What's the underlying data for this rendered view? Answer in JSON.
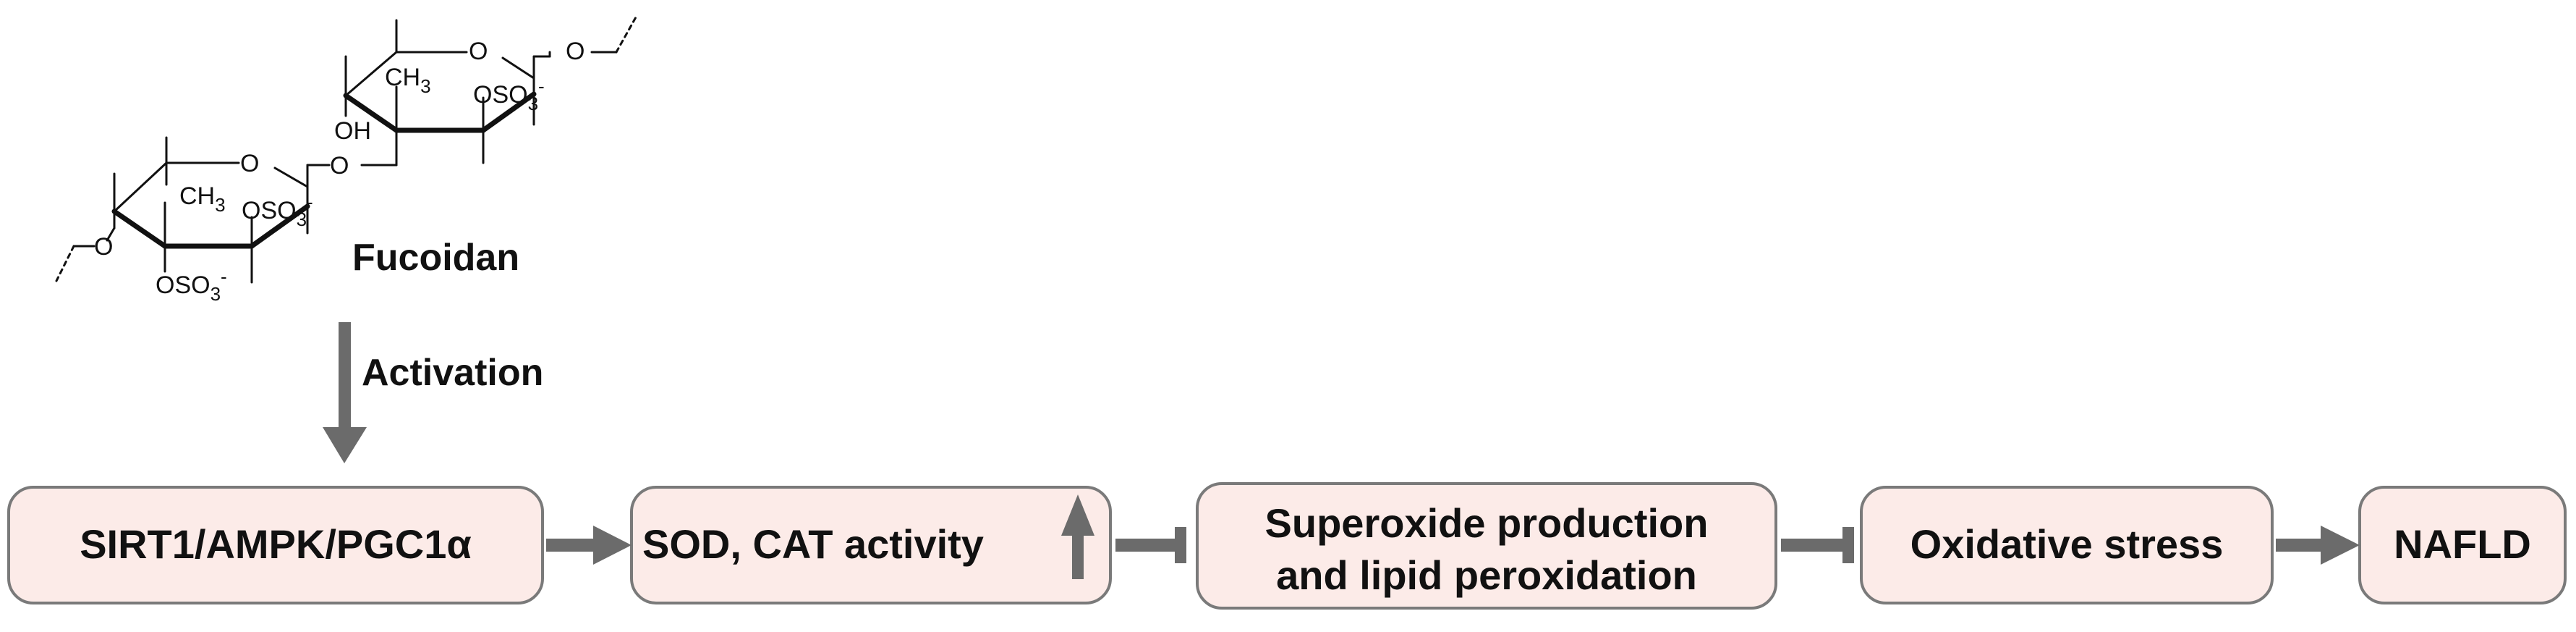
{
  "compound": {
    "name": "Fucoidan",
    "atoms": {
      "o": "O",
      "ch3": "CH",
      "ch3_sub": "3",
      "oh": "OH",
      "oso": "OSO",
      "oso_sub": "3",
      "oso_sup": "-"
    }
  },
  "activation_label": "Activation",
  "pathway": {
    "node1": "SIRT1/AMPK/PGC1α",
    "node2": "SOD, CAT activity",
    "node3_line1": "Superoxide production",
    "node3_line2": "and lipid peroxidation",
    "node4": "Oxidative stress",
    "node5": "NAFLD"
  },
  "colors": {
    "box_fill": "#fcebe8",
    "box_stroke": "#7a7a7a",
    "arrow": "#6b6b6b",
    "text": "#111111"
  }
}
